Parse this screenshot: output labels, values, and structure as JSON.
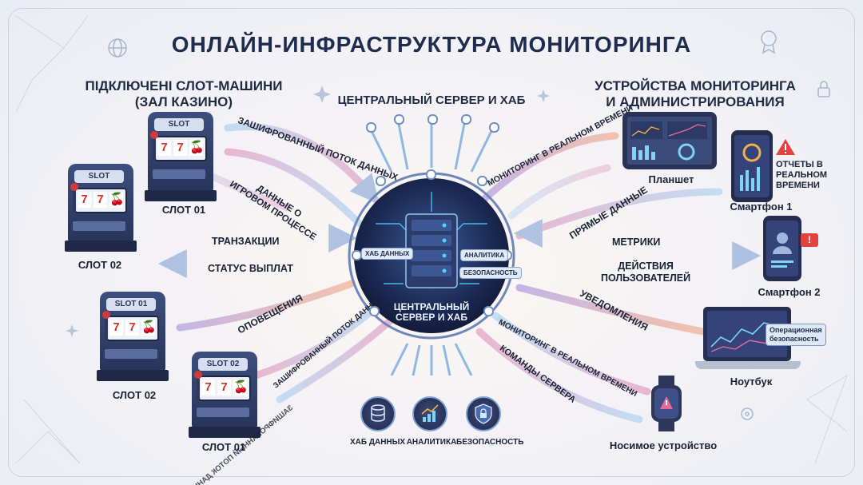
{
  "title": "ОНЛАЙН-ИНФРАСТРУКТУРА МОНИТОРИНГА",
  "left_heading": {
    "line1": "ПІДКЛЮЧЕНІ СЛОТ-МАШИНИ",
    "line2": "(ЗАЛ КАЗИНО)"
  },
  "center_heading": "ЦЕНТРАЛЬНЫЙ СЕРВЕР И ХАБ",
  "right_heading": {
    "line1": "УСТРОЙСТВА МОНИТОРИНГА",
    "line2": "И АДМИНИСТРИРОВАНИЯ"
  },
  "slots": [
    {
      "cap": "SLOT",
      "label": "СЛОТ 01",
      "reels": [
        "7",
        "7",
        "🍒"
      ]
    },
    {
      "cap": "SLOT",
      "label": "СЛОТ 02",
      "reels": [
        "7",
        "7",
        "🍒"
      ]
    },
    {
      "cap": "SLOT 01",
      "label": "СЛОТ 02",
      "reels": [
        "7",
        "7",
        "🍒"
      ]
    },
    {
      "cap": "SLOT 02",
      "label": "СЛОТ 01",
      "reels": [
        "7",
        "7",
        "🍒"
      ]
    }
  ],
  "left_flows": {
    "encrypted_top": "ЗАШИФРОВАННЫЙ ПОТОК ДАННЫХ",
    "game_data_1": "ДАННЫЕ О",
    "game_data_2": "ИГРОВОМ ПРОЦЕССЕ",
    "transactions": "ТРАНЗАКЦИИ",
    "payout": "СТАТУС ВЫПЛАТ",
    "alerts": "ОПОВЕЩЕНИЯ",
    "encrypted_bottom": "ЗАШИФРОВАННЫЙ ПОТОК ДАННЫХ",
    "encrypted_bottom_mirror": "ЗАШИФРОВАННЫЙ ПОТОК ДАННЫХ"
  },
  "server": {
    "line1": "ЦЕНТРАЛЬНЫЙ",
    "line2": "СЕРВЕР И ХАБ",
    "tag_data": "ХАБ ДАННЫХ",
    "tag_analytics": "АНАЛИТИКА",
    "tag_security": "БЕЗОПАСНОСТЬ"
  },
  "hub_icons": [
    {
      "label": "ХАБ ДАННЫХ",
      "icon": "database-icon"
    },
    {
      "label": "АНАЛИТИКА",
      "icon": "chart-icon"
    },
    {
      "label": "БЕЗОПАСНОСТЬ",
      "icon": "shield-lock-icon"
    }
  ],
  "right_flows": {
    "realtime_top": "МОНИТОРИНГ В РЕАЛЬНОМ ВРЕМЕНИ",
    "direct": "ПРЯМЫЕ ДАННЫЕ",
    "metrics": "МЕТРИКИ",
    "actions_1": "ДЕЙСТВИЯ",
    "actions_2": "ПОЛЬЗОВАТЕЛЕЙ",
    "notifications": "УВЕДОМЛЕНИЯ",
    "realtime_bottom": "МОНИТОРИНГ В РЕАЛЬНОМ ВРЕМЕНИ",
    "commands": "КОМАНДЫ СЕРВЕРА"
  },
  "devices": {
    "tablet": "Планшет",
    "phone1": "Смартфон 1",
    "phone1_note": [
      "ОТЧЕТЫ В",
      "РЕАЛЬНОМ",
      "ВРЕМЕНИ"
    ],
    "phone2": "Смартфон 2",
    "laptop": "Ноутбук",
    "laptop_badge": [
      "Операционная",
      "безопасность"
    ],
    "wearable": "Носимое устройство"
  },
  "colors": {
    "title": "#1e2c4d",
    "flow_blue": "#8fc0ea",
    "flow_pink": "#e9a3c3",
    "flow_peach": "#f2b89a",
    "flow_purple": "#b9a5e3",
    "server_glow": "#4fd2ff"
  }
}
